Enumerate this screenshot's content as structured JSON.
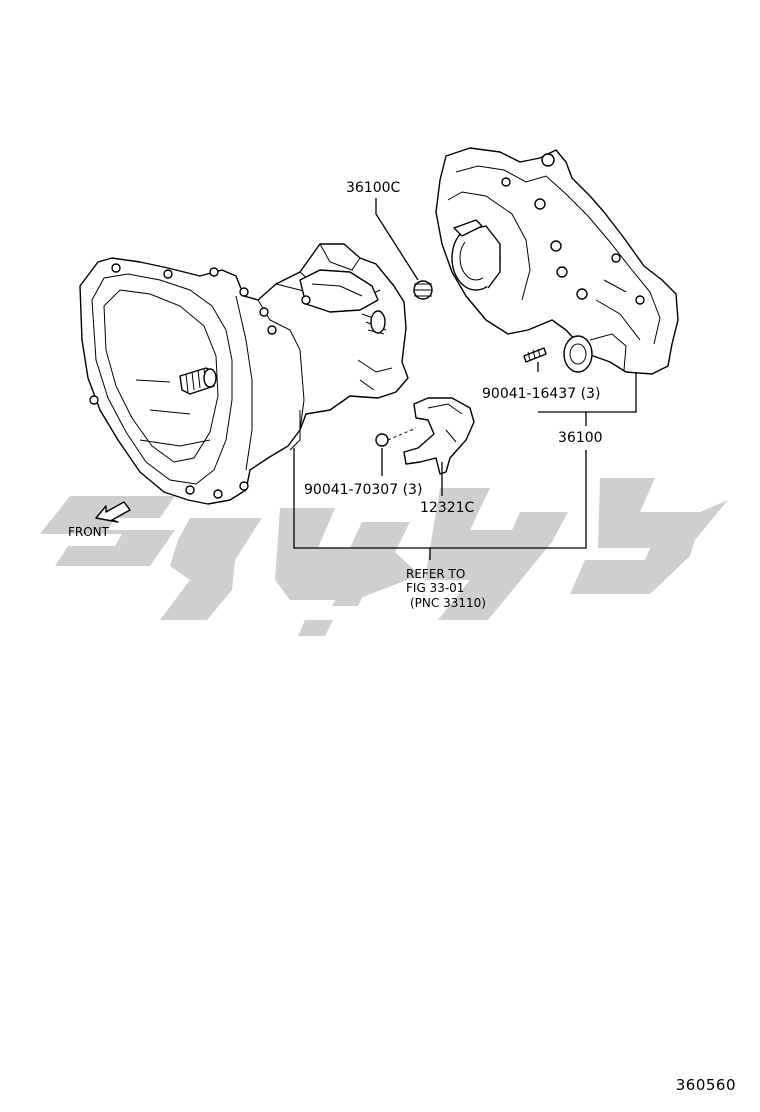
{
  "labels": {
    "part_36100C": "36100C",
    "part_90041_16437": "90041-16437 (3)",
    "part_36100": "36100",
    "part_90041_70307": "90041-70307 (3)",
    "part_12321C": "12321C",
    "front": "FRONT",
    "refer_line1": "REFER TO",
    "refer_line2": "FIG 33-01",
    "refer_line3": "(PNC 33110)"
  },
  "figure_number": "360560",
  "colors": {
    "ink": "#000000",
    "watermark": "#cfcfcf",
    "background": "#ffffff"
  }
}
